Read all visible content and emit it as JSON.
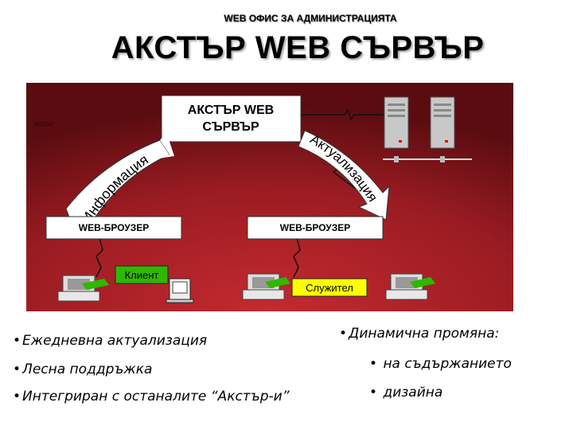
{
  "header": {
    "subtitle": "WEB ОФИС ЗА АДМИНИСТРАЦИЯТА",
    "title": "АКСТЪР WEB СЪРВЪР"
  },
  "diagram": {
    "corner_label": "АКСТЪР",
    "server_box_line1": "АКСТЪР WEB",
    "server_box_line2": "СЪРВЪР",
    "arrow_left_text": "Информация",
    "arrow_right_text": "Актуализация",
    "browser_left": "WEB-БРОУЗЕР",
    "browser_right": "WEB-БРОУЗЕР",
    "client_label": "Клиент",
    "employee_label": "Служител",
    "colors": {
      "background_dark": "#5a0c10",
      "background_light": "#b8262c",
      "client_box": "#2fb800",
      "employee_box": "#ffff00"
    }
  },
  "bullets_left": [
    "Ежедневна актуализация",
    "Лесна поддръжка",
    "Интегриран с останалите “Акстър-и”"
  ],
  "bullets_right": {
    "heading": "Динамична промяна:",
    "items": [
      "на съдържанието",
      "дизайна"
    ]
  },
  "bullet_symbol": "•"
}
